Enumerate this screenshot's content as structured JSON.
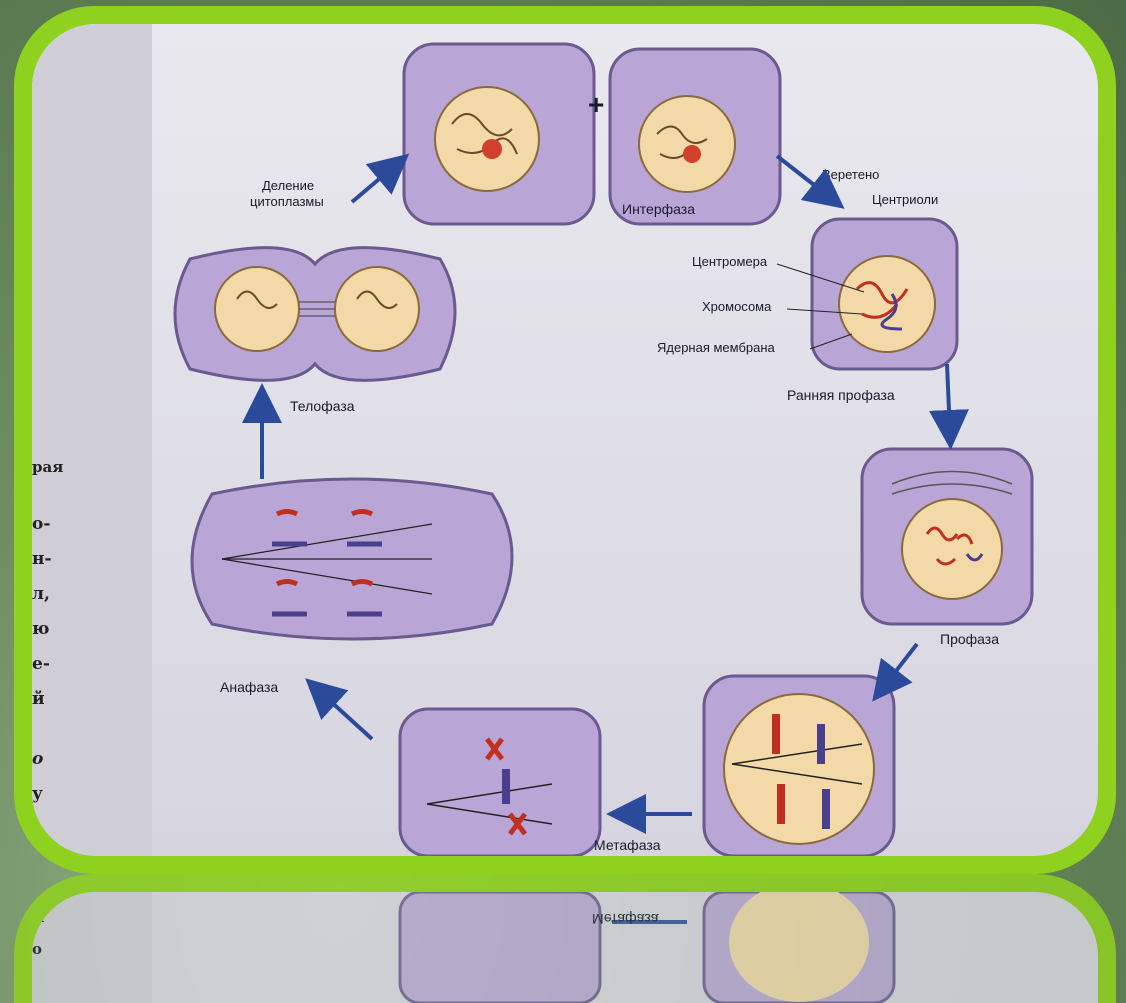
{
  "labels": {
    "cytoplasm_division": [
      "Деление",
      "цитоплазмы"
    ],
    "interphase": "Интерфаза",
    "spindle": "Веретено",
    "centrioles": "Центриоли",
    "centromere": "Центромера",
    "chromosome": "Хромосома",
    "nuclear_membrane": "Ядерная мембрана",
    "early_prophase": "Ранняя профаза",
    "prophase": "Профаза",
    "metaphase": "Метафаза",
    "anaphase": "Анафаза",
    "telophase": "Телофаза",
    "plus": "+"
  },
  "margin_fragments": [
    "рая",
    "о-",
    "н-",
    "л,",
    "ю",
    "е-",
    "й",
    "о",
    "у"
  ],
  "reflection": {
    "metaphase_mirrored": "Метафаза",
    "fragments": [
      "А",
      "о"
    ]
  },
  "colors": {
    "frame": "#8fd11f",
    "cell": "#b9a6d6",
    "nucleus": "#f3d9a8",
    "arrow": "#2b4a9a",
    "chromosome_red": "#d8443a",
    "chromosome_blue": "#4a3f8c"
  }
}
